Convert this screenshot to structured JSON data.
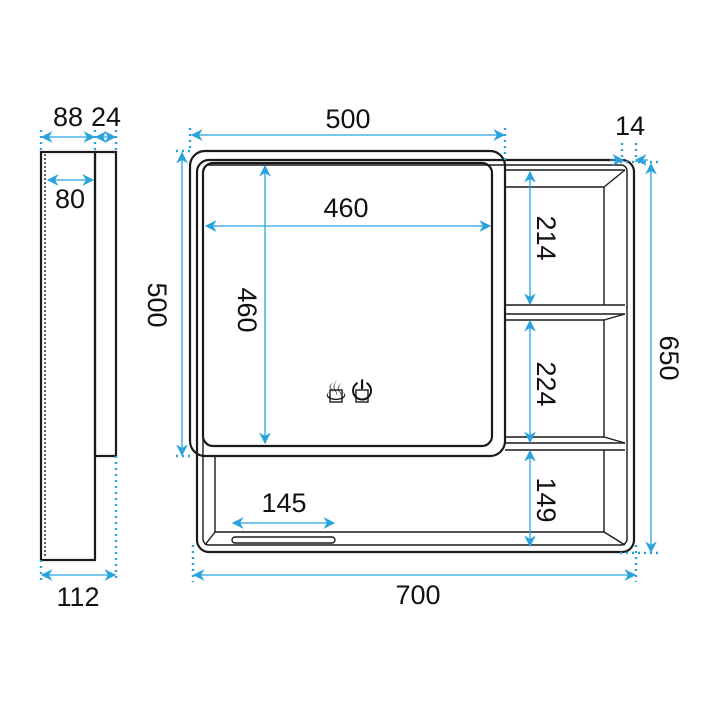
{
  "side_view": {
    "depth_body": "88",
    "depth_door": "24",
    "inner_depth": "80",
    "total_depth": "112"
  },
  "front_view": {
    "mirror_width": "500",
    "mirror_height": "500",
    "glass_width": "460",
    "glass_height": "460",
    "shelf_top": "214",
    "shelf_middle": "224",
    "shelf_bottom": "149",
    "total_height": "650",
    "total_width": "700",
    "frame_offset": "14",
    "handle_width": "145",
    "buttons": [
      "defog-button",
      "power-button"
    ]
  },
  "colors": {
    "dimension": "#2aa3dd",
    "outline": "#1a1a1a"
  }
}
